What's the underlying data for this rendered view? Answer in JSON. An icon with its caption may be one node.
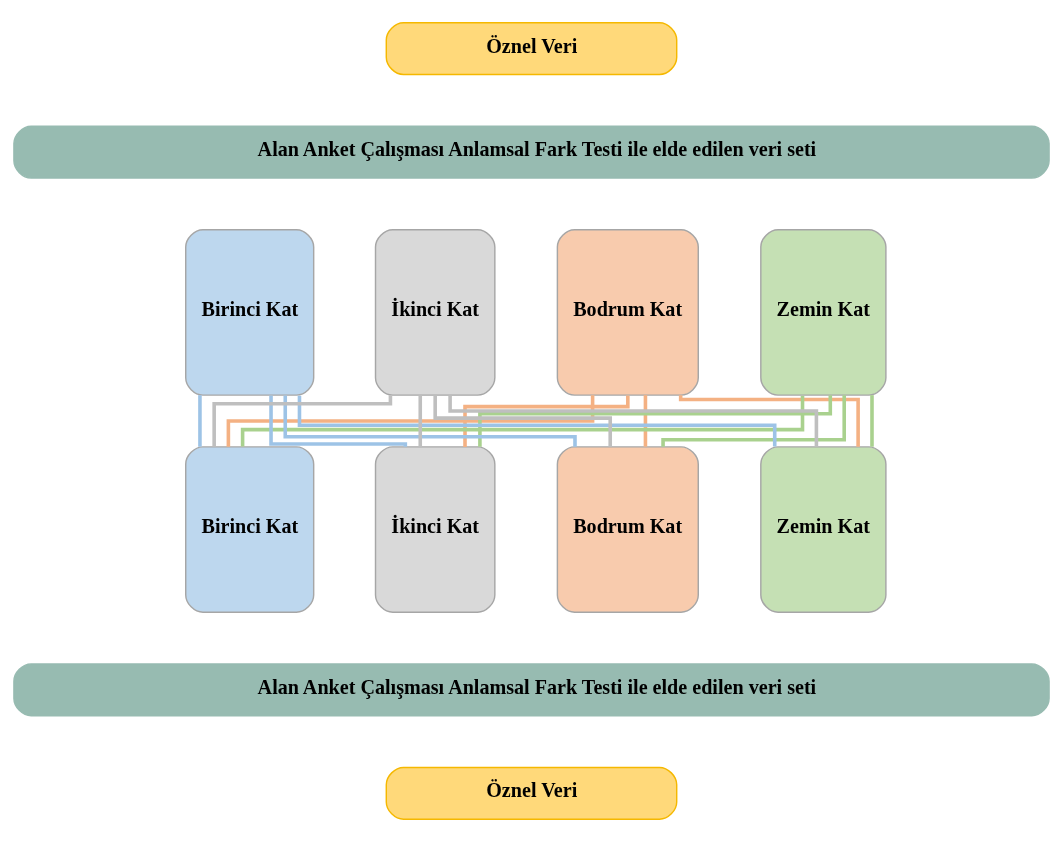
{
  "diagram": {
    "nodes": [
      {
        "text": [
          "Öznel Veri"
        ]
      },
      {
        "text": [
          "Alan Anket Çalışması Anlamsal Fark Testi ile elde edilen veri seti"
        ]
      },
      {
        "text": [
          "Bodrum Kat"
        ]
      },
      {
        "text": [
          "Zemin Kat"
        ]
      },
      {
        "text": [
          "Birinci Kat"
        ]
      },
      {
        "text": [
          "İkinci Kat"
        ]
      },
      {
        "text": [
          "Bodrum Kat"
        ]
      },
      {
        "text": [
          "Zemin Kat"
        ]
      },
      {
        "text": [
          "Birinci Kat"
        ]
      },
      {
        "text": [
          "İkinci Kat"
        ]
      },
      {
        "text": [
          "Alan Anket Çalışması Anlamsal Fark Testi ile elde edilen veri seti"
        ]
      },
      {
        "text": [
          "Öznel Veri"
        ]
      }
    ],
    "edges": [
      {
        "from": 2,
        "to": 6,
        "arrow": "none",
        "color": "#f4b183"
      },
      {
        "from": 2,
        "to": 7,
        "arrow": "none",
        "color": "#f4b183"
      },
      {
        "from": 2,
        "to": 8,
        "arrow": "none",
        "color": "#f4b183"
      },
      {
        "from": 2,
        "to": 9,
        "arrow": "none",
        "color": "#f4b183"
      },
      {
        "from": 3,
        "to": 6,
        "arrow": "none",
        "color": "#a9d18e"
      },
      {
        "from": 3,
        "to": 7,
        "arrow": "none",
        "color": "#a9d18e"
      },
      {
        "from": 3,
        "to": 8,
        "arrow": "none",
        "color": "#a9d18e"
      },
      {
        "from": 3,
        "to": 9,
        "arrow": "none",
        "color": "#a9d18e"
      },
      {
        "from": 4,
        "to": 6,
        "arrow": "none",
        "color": "#9dc3e6"
      },
      {
        "from": 4,
        "to": 7,
        "arrow": "none",
        "color": "#9dc3e6"
      },
      {
        "from": 4,
        "to": 8,
        "arrow": "none",
        "color": "#9dc3e6"
      },
      {
        "from": 4,
        "to": 9,
        "arrow": "none",
        "color": "#9dc3e6"
      },
      {
        "from": 5,
        "to": 6,
        "arrow": "none",
        "color": "#bfbfbf"
      },
      {
        "from": 5,
        "to": 7,
        "arrow": "none",
        "color": "#bfbfbf"
      },
      {
        "from": 5,
        "to": 8,
        "arrow": "none",
        "color": "#bfbfbf"
      },
      {
        "from": 5,
        "to": 9,
        "arrow": "none",
        "color": "#bfbfbf"
      }
    ]
  }
}
